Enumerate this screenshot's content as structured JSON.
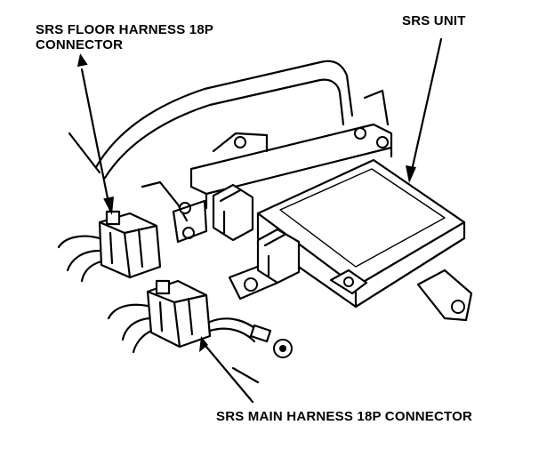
{
  "labels": {
    "floor_line1": "SRS FLOOR HARNESS 18P",
    "floor_line2": "CONNECTOR",
    "unit": "SRS UNIT",
    "main": "SRS MAIN HARNESS 18P CONNECTOR"
  },
  "colors": {
    "ink": "#000000",
    "paper": "#ffffff"
  }
}
